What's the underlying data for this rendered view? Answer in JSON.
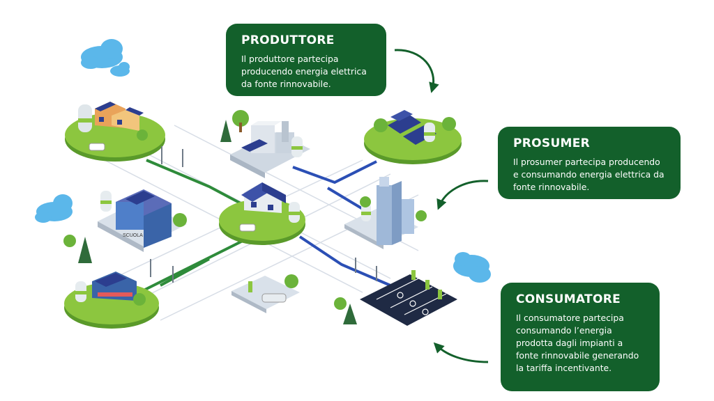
{
  "cards": {
    "produttore": {
      "title": "PRODUTTORE",
      "text": "Il produttore partecipa producendo energia elettrica da fonte rinnovabile."
    },
    "prosumer": {
      "title": "PROSUMER",
      "text": "Il prosumer partecipa producendo e consumando energia elettrica da fonte rinnovabile."
    },
    "consumatore": {
      "title": "CONSUMATORE",
      "text": "Il consumatore partecipa consumando l’energia prodotta dagli impianti a fonte rinnovabile generando la tariffa incentivante."
    }
  },
  "illustration": {
    "sign_text": "SCUOLA"
  },
  "colors": {
    "card_bg": "#13602b",
    "card_text": "#ffffff",
    "grass": "#8cc63f",
    "grass_dark": "#5a9a2a",
    "cable_green": "#2e8b3a",
    "cable_blue": "#2b4fb5",
    "cloud": "#5bb7ea",
    "solar_panel": "#2c3e8f",
    "arrow": "#13602b"
  }
}
